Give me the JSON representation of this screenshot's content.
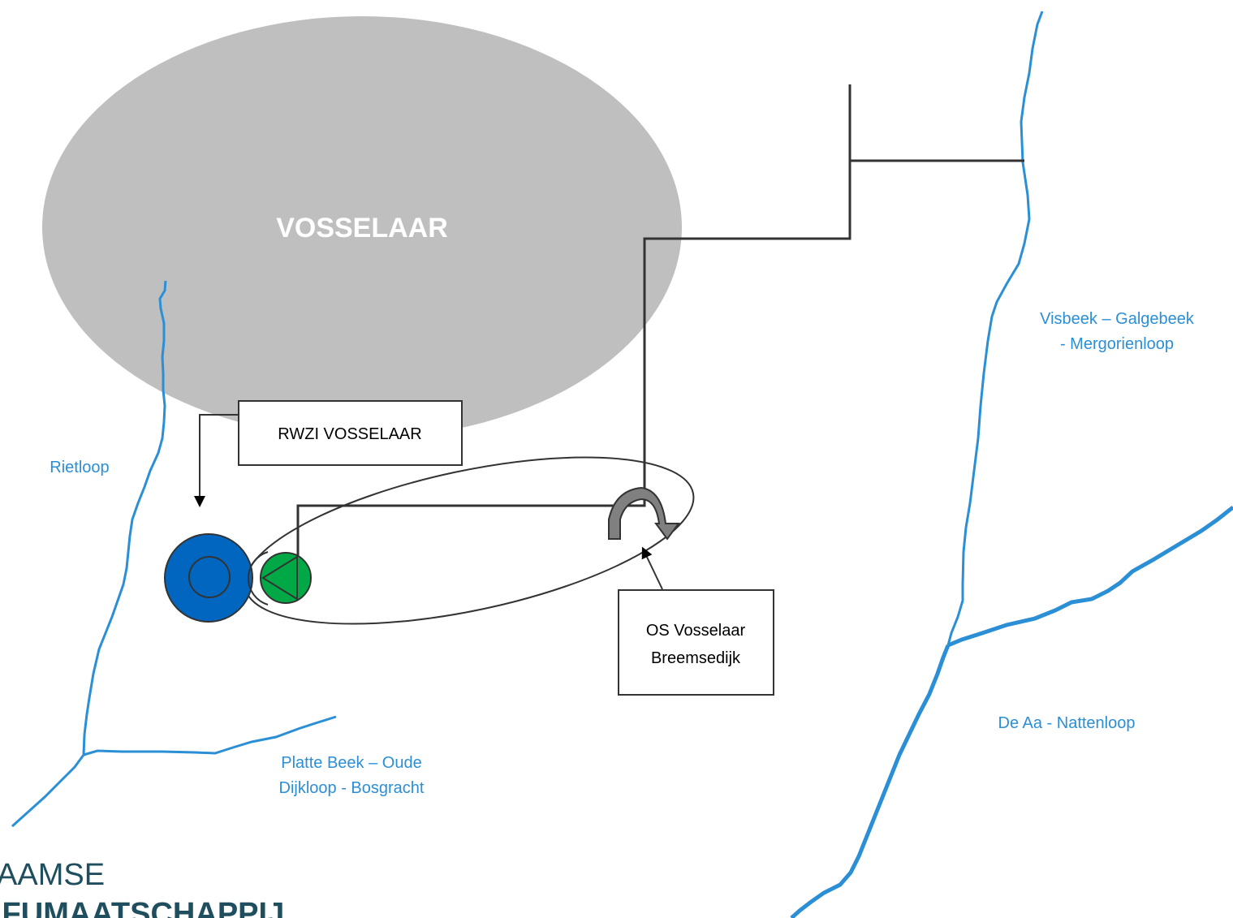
{
  "town": {
    "label": "VOSSELAAR"
  },
  "plant": {
    "label": "RWZI VOSSELAAR"
  },
  "overflow_station": {
    "label_line1": "OS Vosselaar",
    "label_line2": "Breemsedijk"
  },
  "rivers": {
    "rietloop": "Rietloop",
    "visbeek_line1": "Visbeek – Galgebeek",
    "visbeek_line2": "- Mergorienloop",
    "platte_beek_line1": "Platte Beek – Oude",
    "platte_beek_line2": "Dijkloop - Bosgracht",
    "de_aa": "De Aa - Nattenloop"
  },
  "logo": {
    "line1": "AAMSE",
    "line2": "IFUMAATSCHAPPIJ"
  },
  "colors": {
    "river": "#2b8fd6",
    "river_label": "#2b8fd6",
    "town_area": "#bfbfbf",
    "clarifier": "#0066c0",
    "pump": "#00a846",
    "overflow_arrow": "#808080",
    "logo": "#1f4e5f"
  },
  "icons": {
    "clarifier": "clarifier-tank-icon",
    "pump": "pump-station-icon",
    "overflow": "overflow-arrow-icon"
  }
}
